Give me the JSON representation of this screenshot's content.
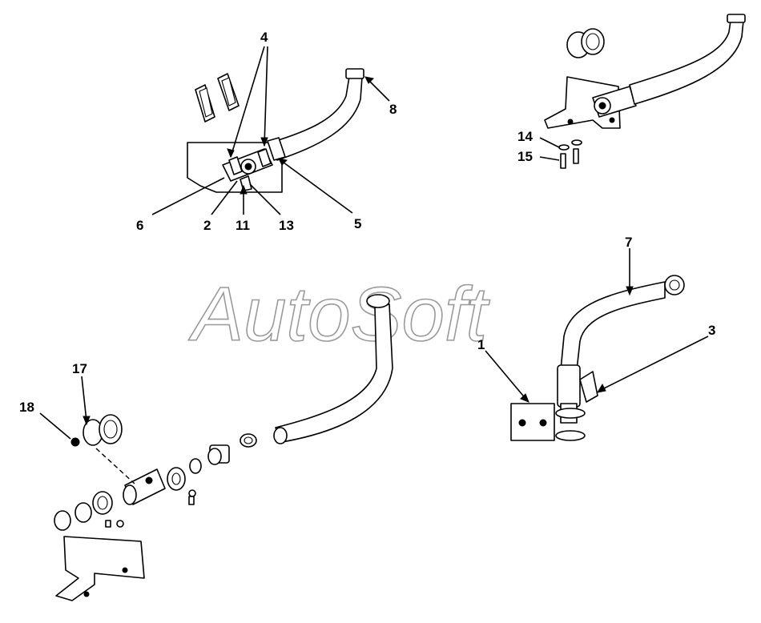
{
  "watermark": {
    "text": "AutoSoft"
  },
  "callouts": [
    {
      "id": "c4",
      "label": "4"
    },
    {
      "id": "c8",
      "label": "8"
    },
    {
      "id": "c6",
      "label": "6"
    },
    {
      "id": "c2",
      "label": "2"
    },
    {
      "id": "c11",
      "label": "11"
    },
    {
      "id": "c13",
      "label": "13"
    },
    {
      "id": "c5",
      "label": "5"
    },
    {
      "id": "c14",
      "label": "14"
    },
    {
      "id": "c15",
      "label": "15"
    },
    {
      "id": "c7",
      "label": "7"
    },
    {
      "id": "c3",
      "label": "3"
    },
    {
      "id": "c1",
      "label": "1"
    },
    {
      "id": "c17",
      "label": "17"
    },
    {
      "id": "c18",
      "label": "18"
    }
  ]
}
